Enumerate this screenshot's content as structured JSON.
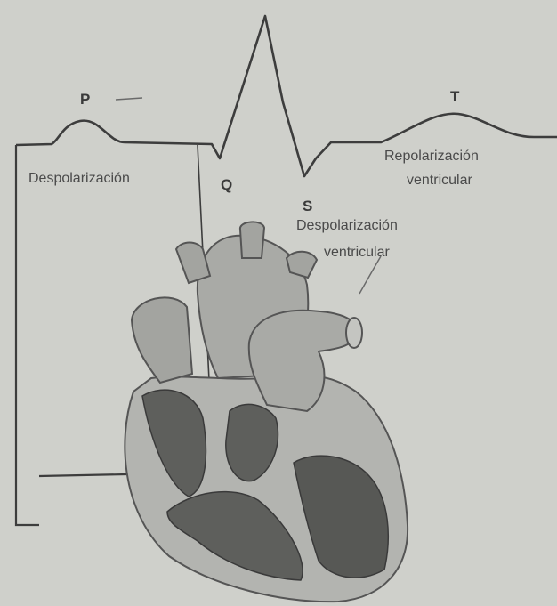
{
  "colors": {
    "background": "#cfd0cb",
    "ink": "#3d3d3d",
    "heart_fill": "#a9aaa6",
    "chamber_fill": "#5e5f5c"
  },
  "waves": {
    "p": "P",
    "q": "Q",
    "s": "S",
    "t": "T"
  },
  "phases": {
    "atrial": "Despolarización",
    "ventricular_depol_line1": "Despolarización",
    "ventricular_depol_line2": "ventricular",
    "ventricular_repol_line1": "Repolarización",
    "ventricular_repol_line2": "ventricular"
  }
}
